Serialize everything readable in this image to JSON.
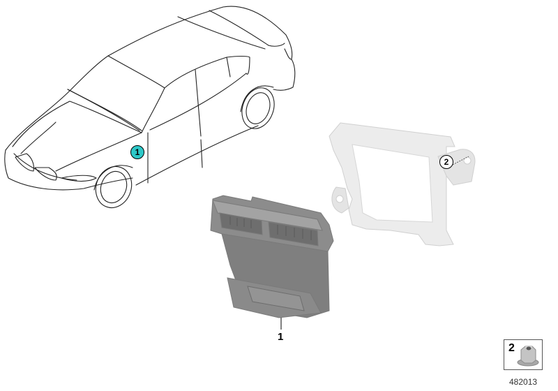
{
  "diagram": {
    "car_callout": {
      "label": "1",
      "color": "#2ec8c8"
    },
    "part_callouts": [
      {
        "label": "1",
        "part": "control-module"
      },
      {
        "label": "2",
        "part": "bracket-nut-position"
      }
    ],
    "legend": {
      "items": [
        {
          "label": "2",
          "icon": "hex-flange-nut-icon"
        }
      ]
    },
    "diagram_id": "482013"
  }
}
